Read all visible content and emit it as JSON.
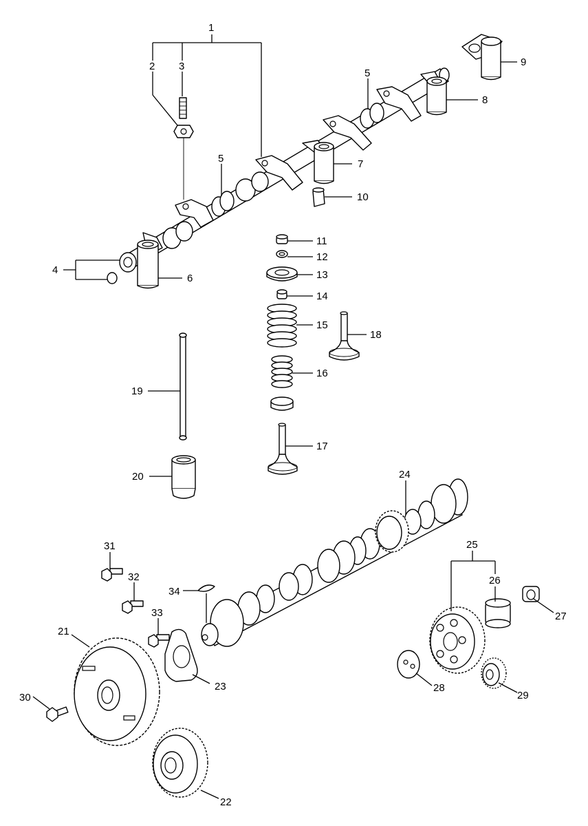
{
  "callouts": {
    "c1": "1",
    "c2": "2",
    "c3": "3",
    "c4": "4",
    "c5a": "5",
    "c5b": "5",
    "c6": "6",
    "c7": "7",
    "c8": "8",
    "c9": "9",
    "c10": "10",
    "c11": "11",
    "c12": "12",
    "c13": "13",
    "c14": "14",
    "c15": "15",
    "c16": "16",
    "c17": "17",
    "c18": "18",
    "c19": "19",
    "c20": "20",
    "c21": "21",
    "c22": "22",
    "c23": "23",
    "c24": "24",
    "c25": "25",
    "c26": "26",
    "c27": "27",
    "c28": "28",
    "c29": "29",
    "c30": "30",
    "c31": "31",
    "c32": "32",
    "c33": "33",
    "c34": "34"
  }
}
